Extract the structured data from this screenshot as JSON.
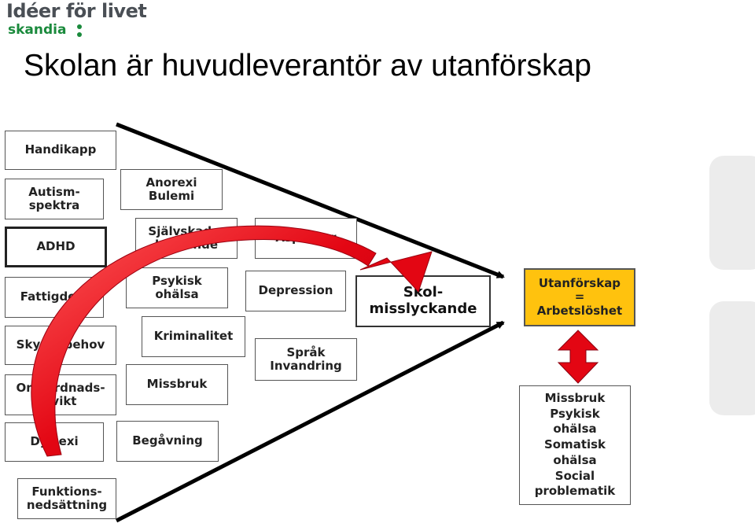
{
  "brand": {
    "slogan": "Idéer för livet",
    "name": "skandia"
  },
  "title": "Skolan är huvudleverantör av utanförskap",
  "diagram": {
    "risk_factors_col1": [
      "Handikapp",
      "Autism-\nspektra",
      "ADHD",
      "Fattigdom",
      "Skyddsbehov",
      "Omvårdnads-\nsvikt",
      "Dyslexi",
      "Funktions-\nnedsättning"
    ],
    "risk_factors_col2": [
      "Anorexi\nBulemi",
      "Självskade-\nbeteende",
      "Psykisk\nohälsa",
      "Kriminalitet",
      "Missbruk",
      "Begåvning"
    ],
    "risk_factors_col3": [
      "Asperger",
      "Depression",
      "Språk\nInvandring"
    ],
    "target": "Skol-\nmisslyckande",
    "result": "Utanförskap\n=\nArbetslöshet",
    "consequences": "Missbruk\nPsykisk\nohälsa\nSomatisk\nohälsa\nSocial\nproblematik"
  },
  "colors": {
    "brand_green": "#1a8a3c",
    "brand_gray": "#4a4f55",
    "arrow_red": "#e30613",
    "result_fill": "#ffc20e"
  }
}
